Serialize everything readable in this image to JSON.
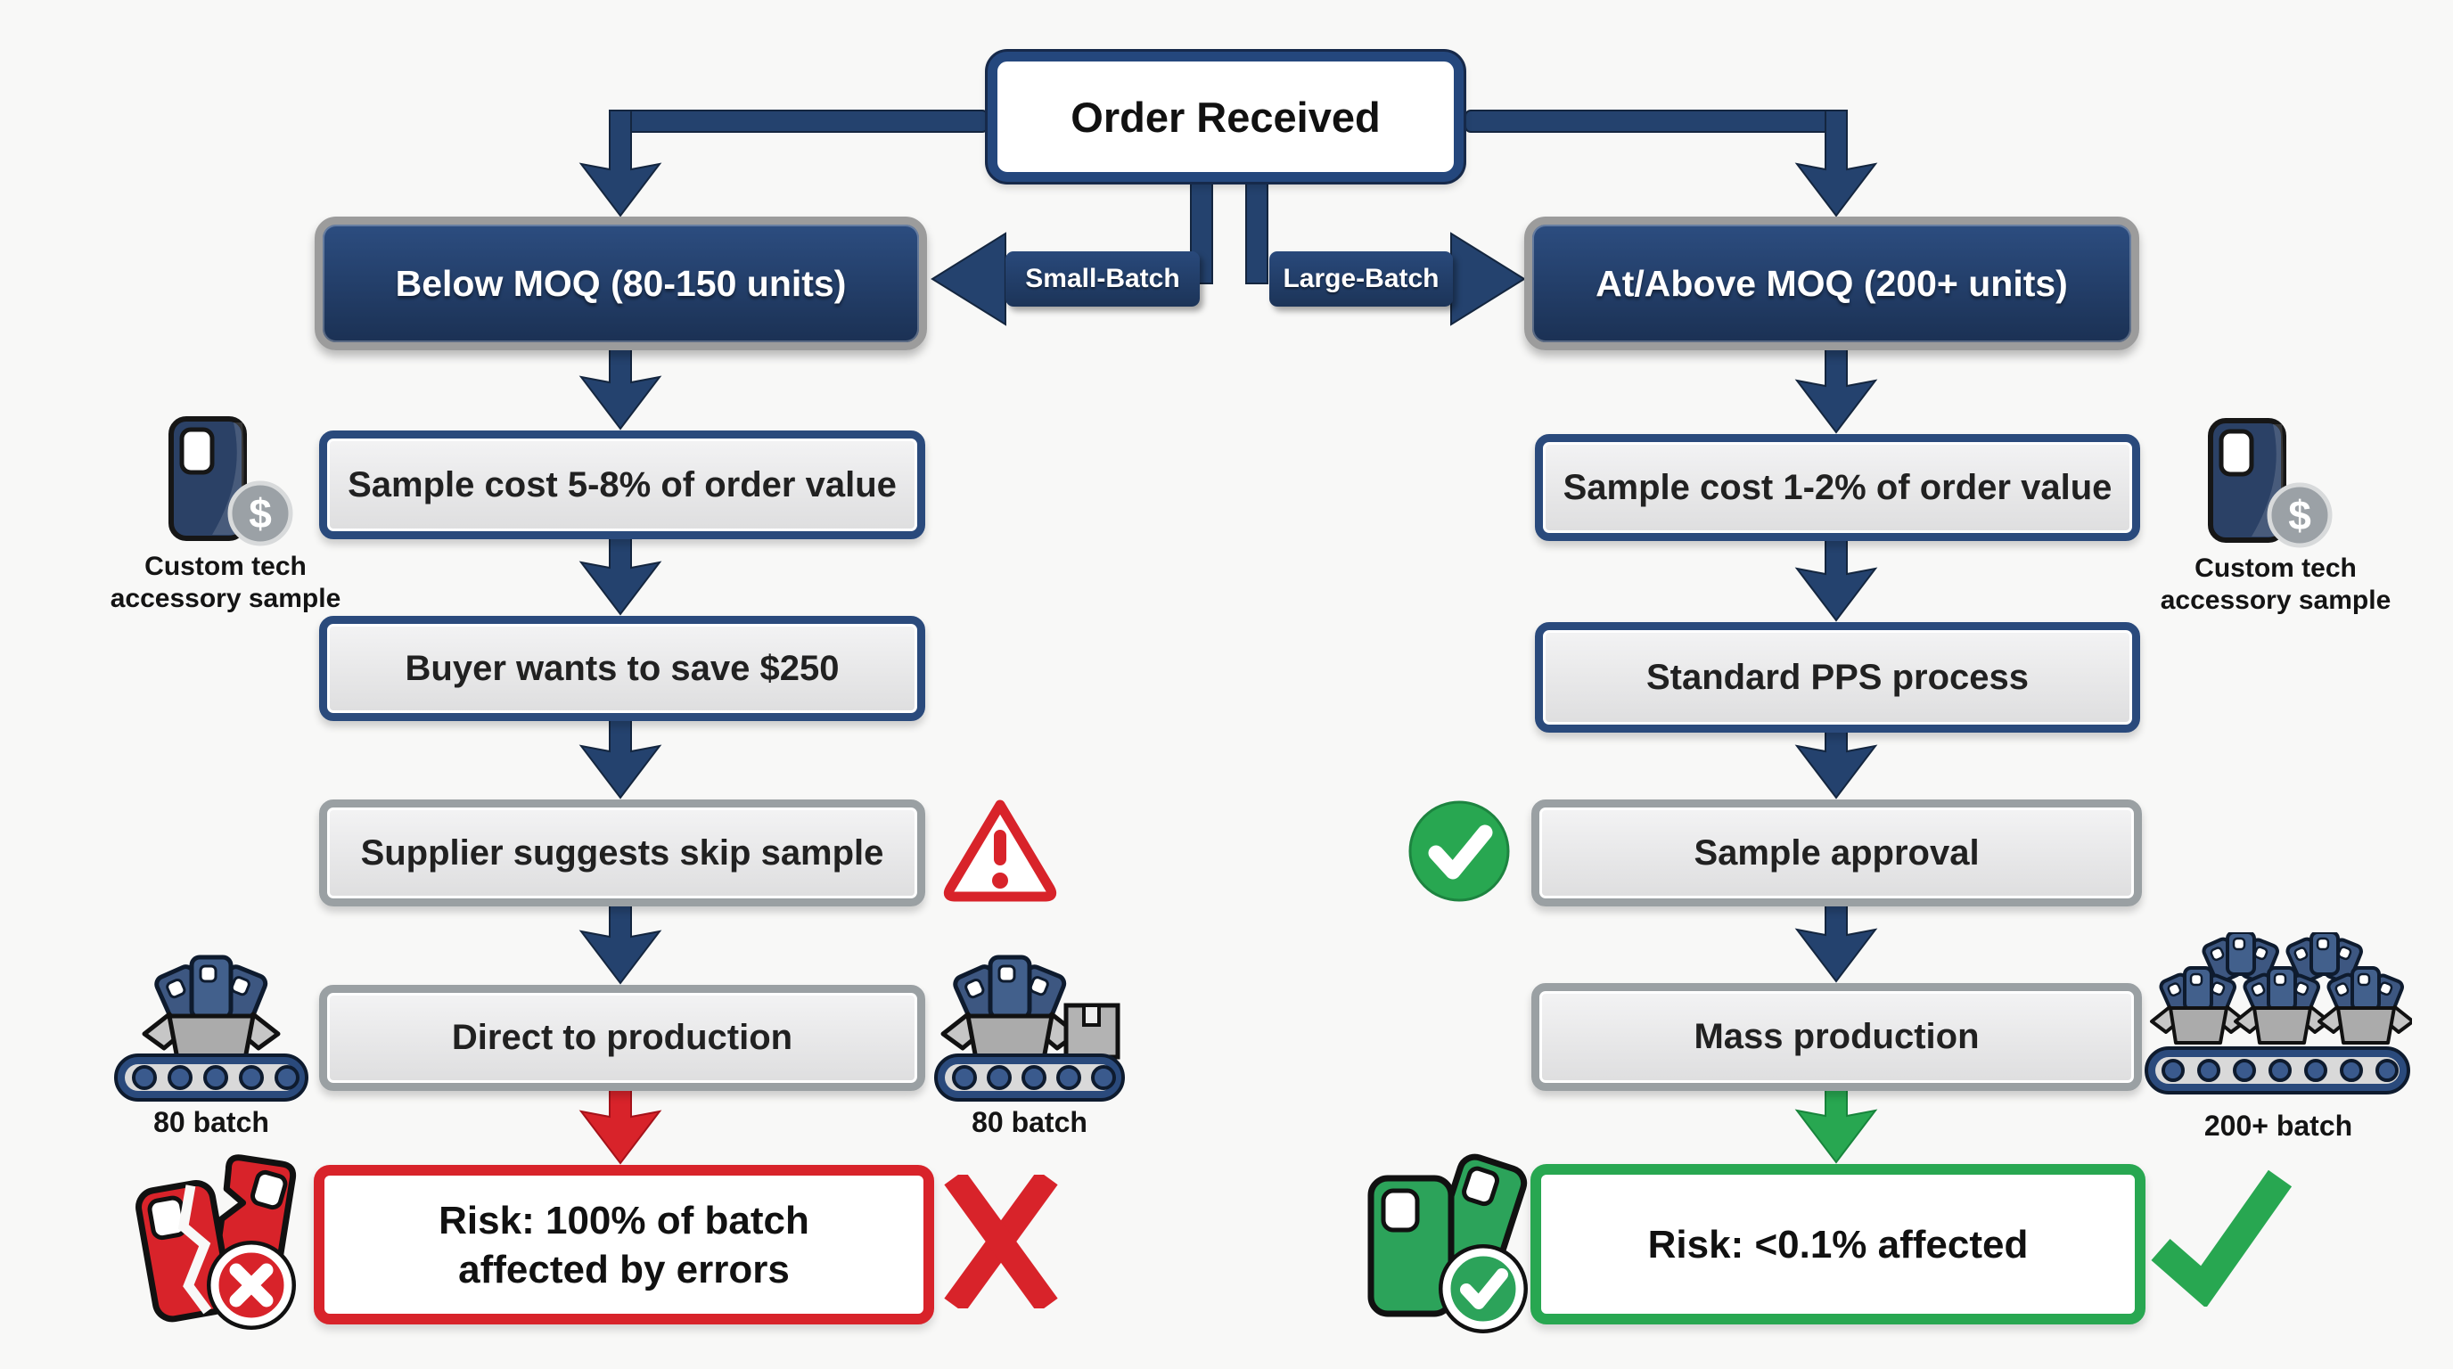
{
  "background": "#f8f8f7",
  "colors": {
    "navy": "#24426e",
    "navy_dark": "#14263f",
    "gray_border": "#9aa0a3",
    "step_fill": "#e9e9eb",
    "red": "#d8232a",
    "green": "#28a751"
  },
  "root": {
    "title": "Order Received"
  },
  "branch_labels": {
    "small": "Small-Batch",
    "large": "Large-Batch"
  },
  "left_branch": {
    "header": "Below MOQ (80-150 units)",
    "steps": [
      "Sample cost 5-8% of order value",
      "Buyer wants to save $250",
      "Supplier suggests skip sample",
      "Direct to production"
    ],
    "risk": "Risk: 100% of batch affected by errors",
    "sample_caption": "Custom tech accessory sample",
    "batch_label_left": "80 batch",
    "batch_label_right": "80 batch"
  },
  "right_branch": {
    "header": "At/Above MOQ (200+ units)",
    "steps": [
      "Sample cost 1-2% of order value",
      "Standard PPS process",
      "Sample approval",
      "Mass production"
    ],
    "risk": "Risk: <0.1% affected",
    "sample_caption": "Custom tech accessory sample",
    "batch_label": "200+ batch"
  },
  "icons": {
    "left_sample": "phone-with-dollar-coin",
    "right_sample": "phone-with-dollar-coin",
    "warning": "warning-triangle",
    "approval": "green-check-circle",
    "left_conveyor": "conveyor-open-box-phones",
    "left_conveyor_right": "conveyor-box-and-carton",
    "right_conveyor": "conveyor-multiple-boxes",
    "risk_fail": "broken-red-phones-x-badge",
    "risk_ok": "green-phones-check-badge",
    "fail_mark": "red-x-mark",
    "ok_mark": "green-check-mark"
  }
}
